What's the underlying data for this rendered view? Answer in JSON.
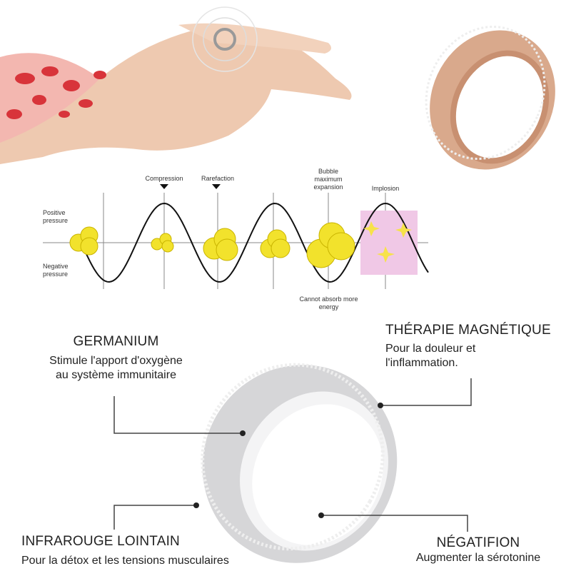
{
  "diagram": {
    "labels": {
      "positive_pressure": "Positive pressure",
      "negative_pressure": "Negative pressure",
      "compression": "Compression",
      "rarefaction": "Rarefaction",
      "bubble_max": "Bubble maximum expansion",
      "implosion": "Implosion",
      "cannot_absorb": "Cannot absorb more energy"
    }
  },
  "features": [
    {
      "title": "GERMANIUM",
      "desc_lines": [
        "Stimule l'apport d'oxygène",
        "au système immunitaire"
      ]
    },
    {
      "title": "THÉRAPIE MAGNÉTIQUE",
      "desc_lines": [
        "Pour la douleur et",
        "l'inflammation."
      ]
    },
    {
      "title": "INFRAROUGE LOINTAIN",
      "desc_lines": [
        "Pour la détox et les tensions musculaires"
      ]
    },
    {
      "title": "NÉGATIFION",
      "desc_lines": [
        "Augmenter la sérotonine"
      ]
    }
  ]
}
